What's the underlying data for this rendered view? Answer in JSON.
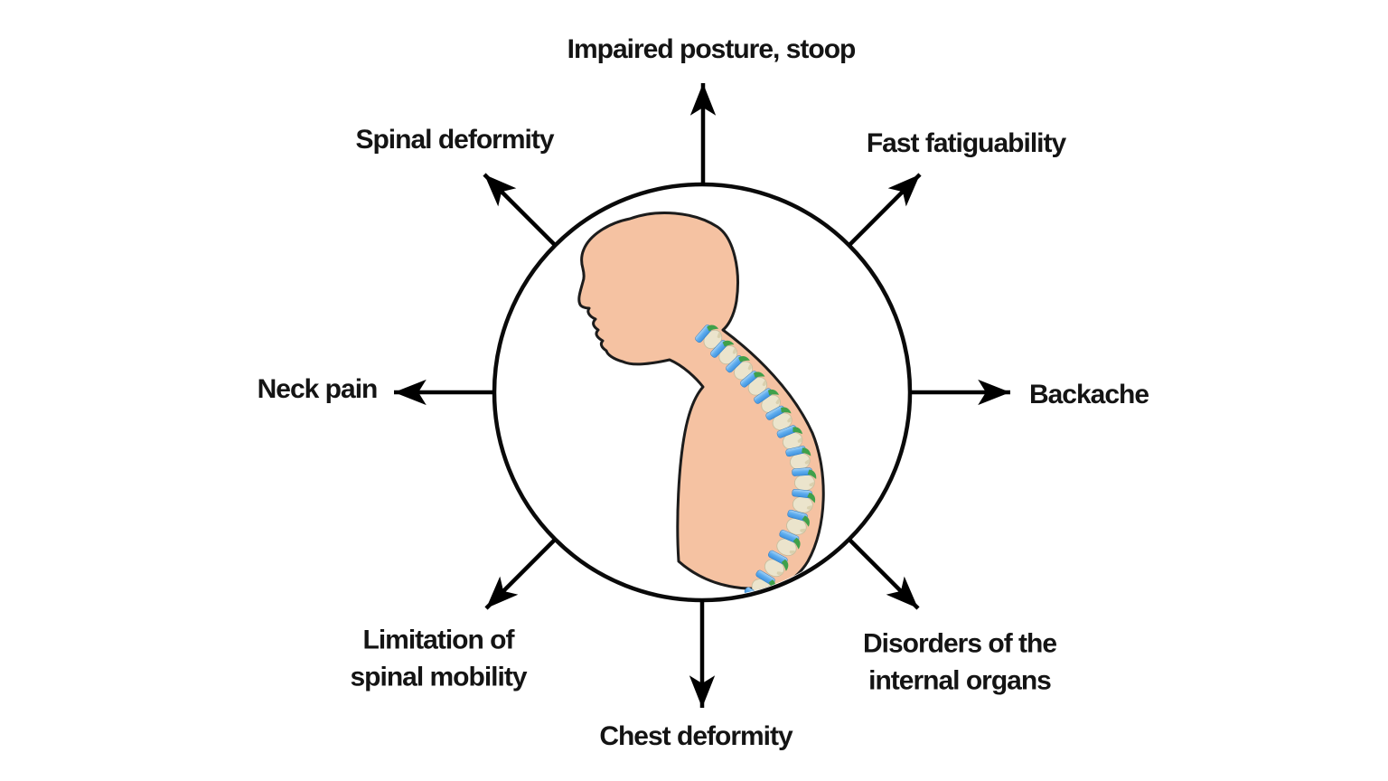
{
  "diagram": {
    "type": "radial-consequence-diagram",
    "center_figure": "side profile of a person with stooped posture and curved spine",
    "arrow_count": 8
  },
  "labels": {
    "top": "Impaired posture, stoop",
    "top_right": "Fast fatiguability",
    "right": "Backache",
    "bottom_right": "Disorders of the\ninternal organs",
    "bottom": "Chest deformity",
    "bottom_left": "Limitation of\nspinal mobility",
    "left": "Neck pain",
    "top_left": "Spinal deformity"
  },
  "colors": {
    "background": "#FFFFFF",
    "line": "#000000",
    "text": "#141414",
    "skin": "#F5C2A2",
    "figure_outline": "#1C1C1C",
    "vertebra_bone": "#EBE4CC",
    "disc_blue": "#4D9FE8",
    "disc_highlight": "#A8D4F6",
    "process_green": "#3FA04A"
  }
}
